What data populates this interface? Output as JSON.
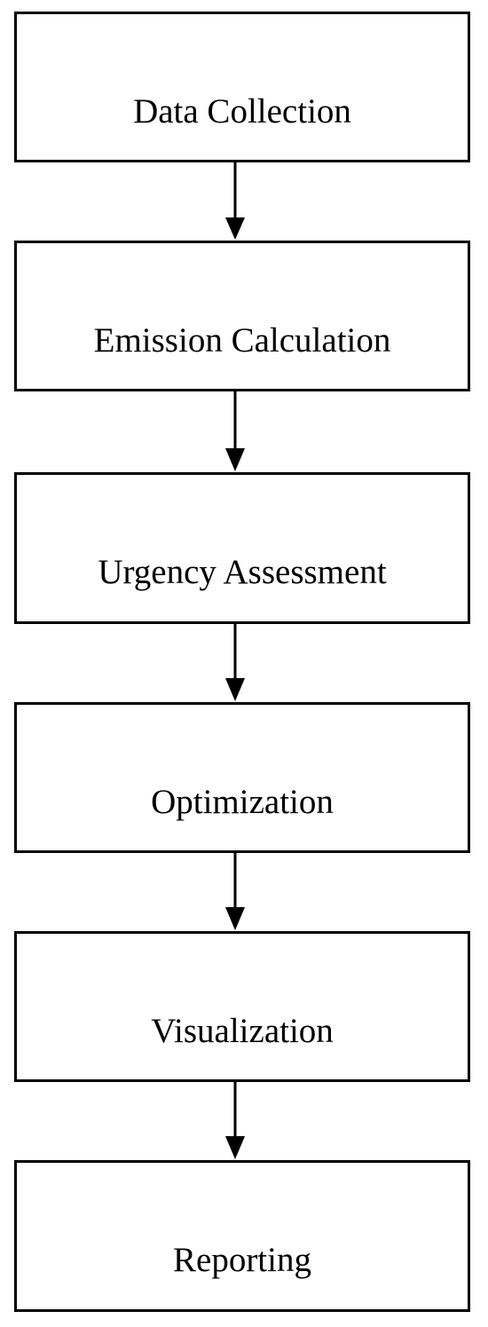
{
  "diagram": {
    "colors": {
      "stroke": "#000000",
      "fill": "#ffffff",
      "text": "#000000"
    },
    "steps": [
      {
        "label": "Data Collection"
      },
      {
        "label": "Emission Calculation"
      },
      {
        "label": "Urgency Assessment"
      },
      {
        "label": "Optimization"
      },
      {
        "label": "Visualization"
      },
      {
        "label": "Reporting"
      }
    ]
  }
}
